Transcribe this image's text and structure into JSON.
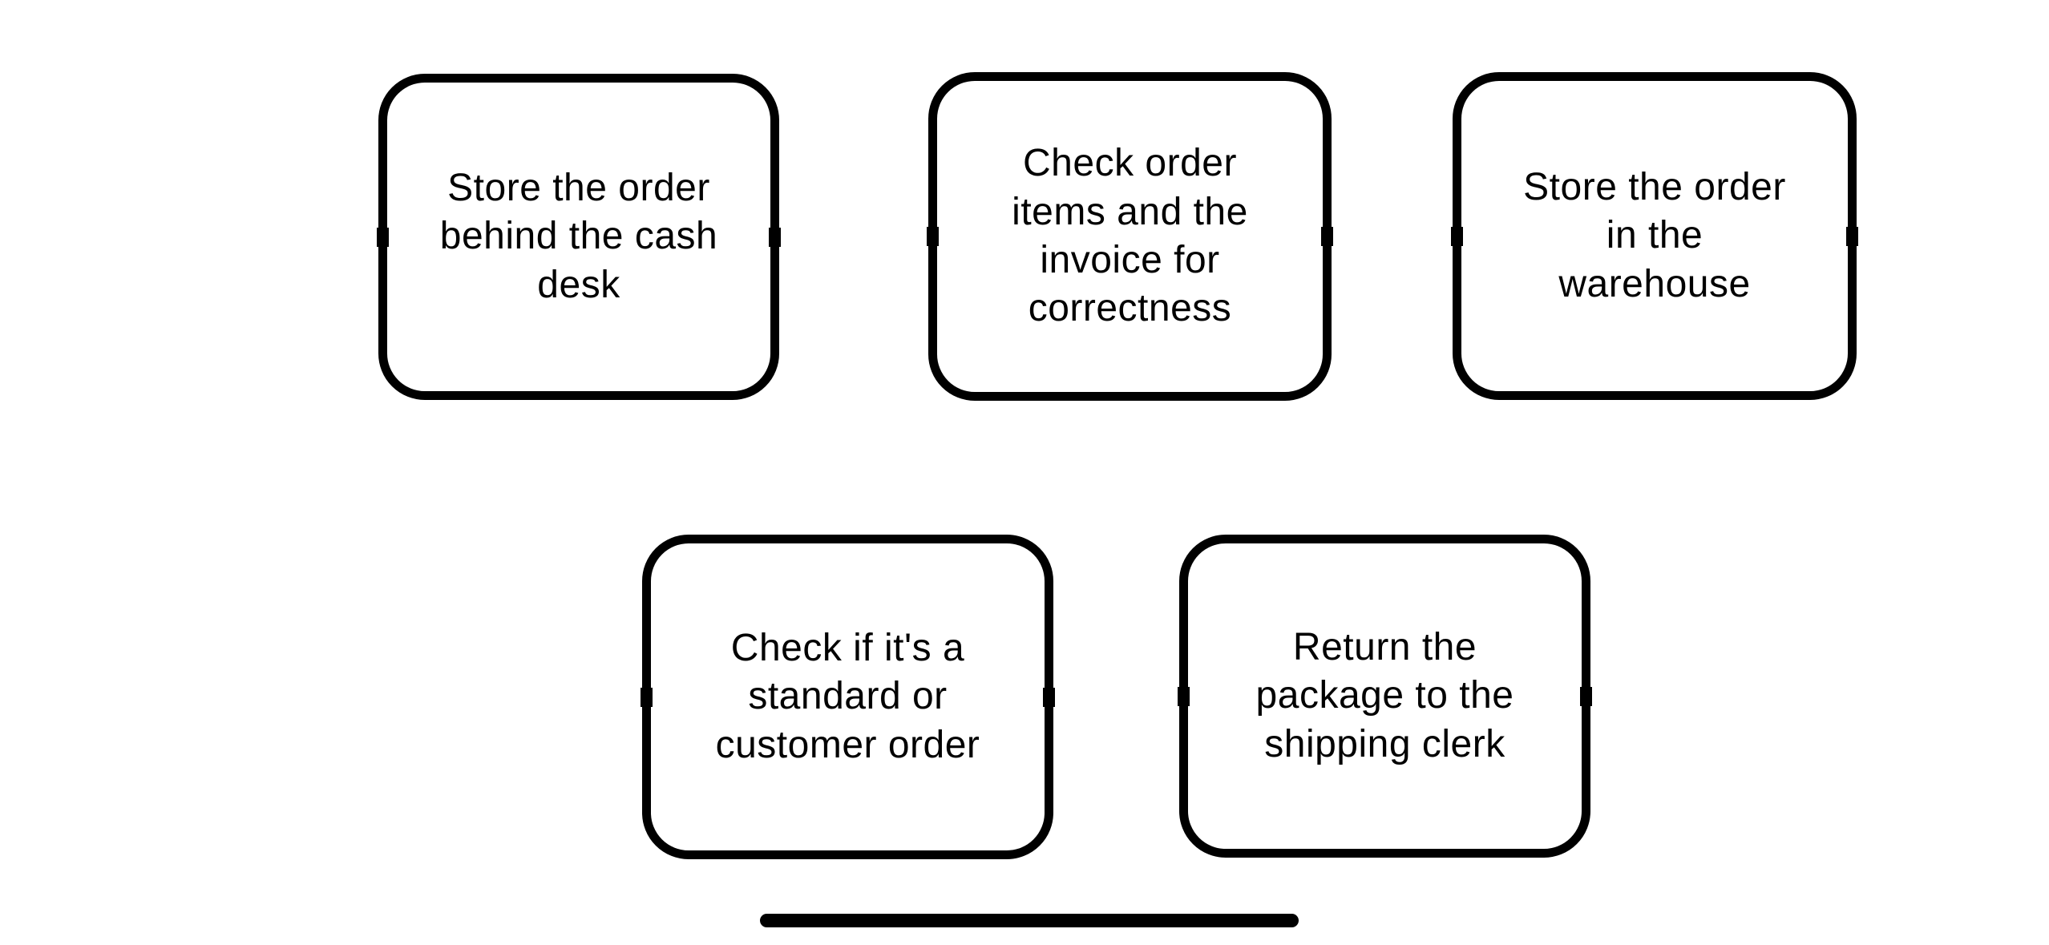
{
  "diagram": {
    "type": "process-task-boxes",
    "boxes": [
      {
        "id": "store-order-cash-desk",
        "label": "Store the order\nbehind the cash\ndesk"
      },
      {
        "id": "check-order-items-invoice",
        "label": "Check order\nitems and the\ninvoice for\ncorrectness"
      },
      {
        "id": "store-order-warehouse",
        "label": "Store the order\nin the\nwarehouse"
      },
      {
        "id": "check-standard-or-customer",
        "label": "Check if it's a\nstandard or\ncustomer order"
      },
      {
        "id": "return-package-shipping-clerk",
        "label": "Return the\npackage to the\nshipping clerk"
      }
    ]
  },
  "colors": {
    "ink": "#000000",
    "background": "#ffffff"
  }
}
